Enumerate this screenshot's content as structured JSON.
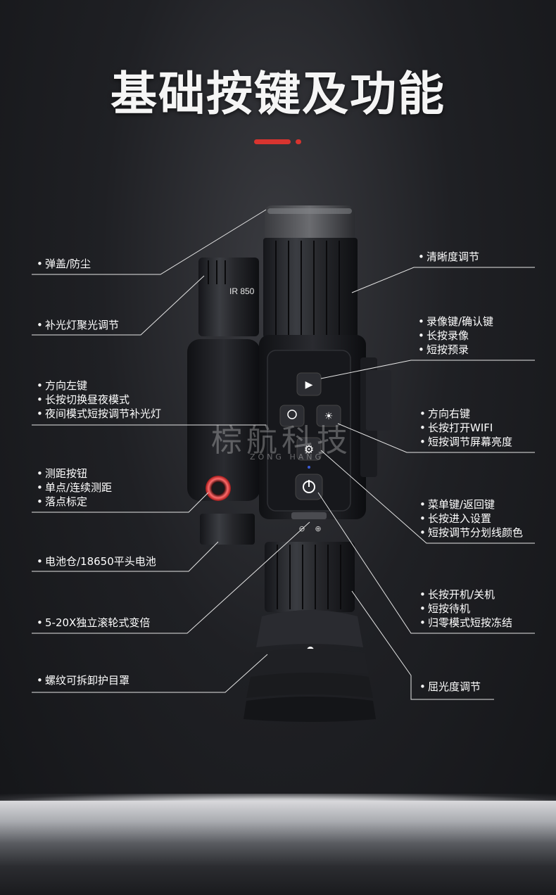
{
  "title": "基础按键及功能",
  "accent_color": "#d8342f",
  "device_text": {
    "ir_label": "IR 850"
  },
  "watermark": {
    "main": "棕航科技",
    "sub": "ZONG HANG"
  },
  "zoom_symbols": {
    "minus": "⊖",
    "plus": "⊕"
  },
  "labels_left": [
    {
      "id": "lens-cap",
      "lines": [
        "弹盖/防尘"
      ]
    },
    {
      "id": "fill-light-focus",
      "lines": [
        "补光灯聚光调节"
      ]
    },
    {
      "id": "left-key",
      "lines": [
        "方向左键",
        "长按切换昼夜模式",
        "夜间模式短按调节补光灯"
      ]
    },
    {
      "id": "range-button",
      "lines": [
        "测距按钮",
        "单点/连续测距",
        "落点标定"
      ]
    },
    {
      "id": "battery",
      "lines": [
        "电池仓/18650平头电池"
      ]
    },
    {
      "id": "zoom-wheel",
      "lines": [
        "5-20X独立滚轮式变倍"
      ]
    },
    {
      "id": "eyecup",
      "lines": [
        "螺纹可拆卸护目罩"
      ]
    }
  ],
  "labels_right": [
    {
      "id": "clarity",
      "lines": [
        "清晰度调节"
      ]
    },
    {
      "id": "record-key",
      "lines": [
        "录像键/确认键",
        "长按录像",
        "短按预录"
      ]
    },
    {
      "id": "right-key",
      "lines": [
        "方向右键",
        "长按打开WIFI",
        "短按调节屏幕亮度"
      ]
    },
    {
      "id": "menu-key",
      "lines": [
        "菜单键/返回键",
        "长按进入设置",
        "短按调节分划线颜色"
      ]
    },
    {
      "id": "power-key",
      "lines": [
        "长按开机/关机",
        "短按待机",
        "归零模式短按冻结"
      ]
    },
    {
      "id": "diopter",
      "lines": [
        "屈光度调节"
      ]
    }
  ]
}
